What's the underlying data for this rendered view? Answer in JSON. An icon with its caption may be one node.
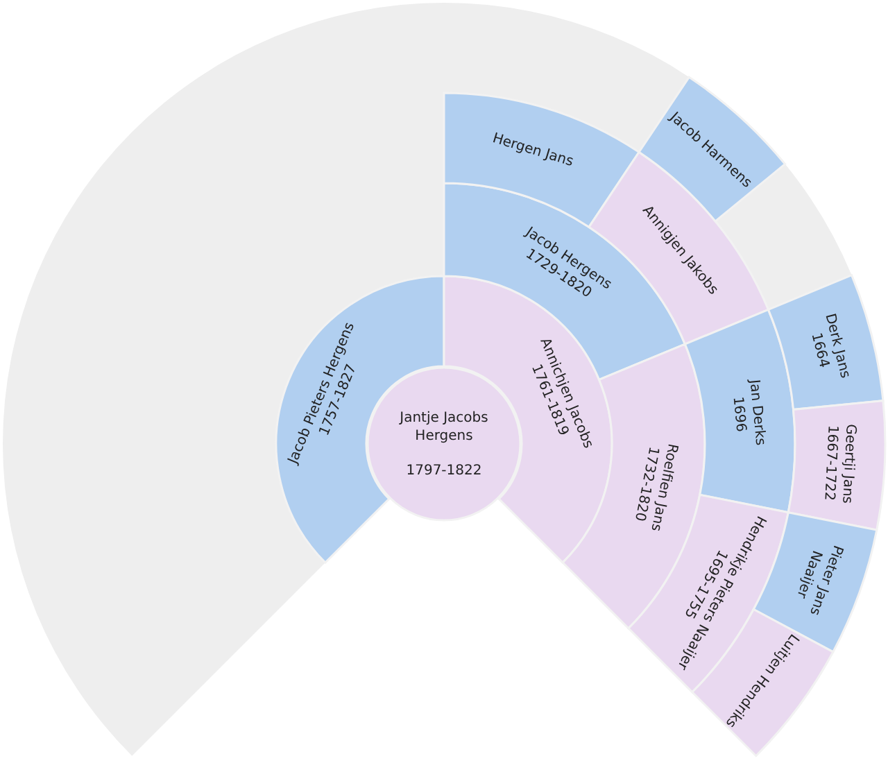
{
  "diagram": {
    "nodes": [
      {
        "text": [
          "Jantje Jacobs Hergens",
          "1797-1822"
        ]
      },
      {
        "text": [
          "Jacob Pieters Hergens",
          "1757-1827"
        ]
      },
      {
        "text": [
          "Annichjen Jacobs",
          "1761-1819"
        ]
      },
      {
        "text": [
          "Jacob Hergens",
          "1729-1820"
        ]
      },
      {
        "text": [
          "Roelfien Jans",
          "1732-1820"
        ]
      },
      {
        "text": [
          "Hergen Jans"
        ]
      },
      {
        "text": [
          "Annigjen Jakobs"
        ]
      },
      {
        "text": [
          "Jan Derks",
          "1696"
        ]
      },
      {
        "text": [
          "Hendrikje Pieters Naaijer",
          "1695-1755"
        ]
      },
      {
        "text": [
          "Jacob Harmens"
        ]
      },
      {
        "text": [
          "Derk Jans",
          "1664"
        ]
      },
      {
        "text": [
          "Geertji Jans",
          "1667-1722"
        ]
      },
      {
        "text": [
          "Pieter Jans Naaijer"
        ]
      },
      {
        "text": [
          "Luitjen Hendriks"
        ]
      }
    ]
  }
}
